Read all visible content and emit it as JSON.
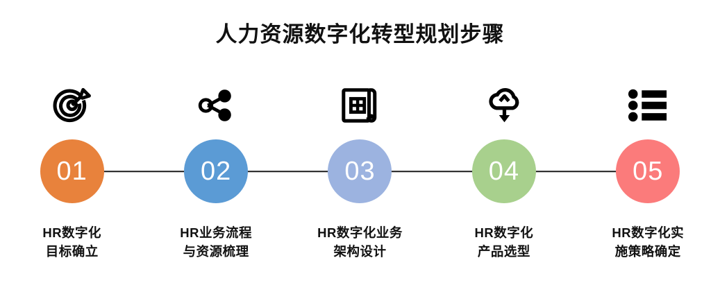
{
  "header": {
    "title": "人力资源数字化转型规划步骤"
  },
  "theme": {
    "background": "#FFFFFF",
    "title_color": "#111111",
    "caption_color": "#111111",
    "connector_color": "#1A1A1A",
    "number_color": "#FFFFFF",
    "icon_color": "#000000"
  },
  "steps": [
    {
      "number": "01",
      "color": "#E8823C",
      "icon": "target-arrow-icon",
      "label_line1": "HR数字化",
      "label_line2": "目标确立",
      "label": "HR数字化\n目标确立"
    },
    {
      "number": "02",
      "color": "#5B9BD5",
      "icon": "share-network-icon",
      "label_line1": "HR业务流程",
      "label_line2": "与资源梳理",
      "label": "HR业务流程\n与资源梳理"
    },
    {
      "number": "03",
      "color": "#9CB3E0",
      "icon": "blueprint-icon",
      "label_line1": "HR数字化业务",
      "label_line2": "架构设计",
      "label": "HR数字化业务\n架构设计"
    },
    {
      "number": "04",
      "color": "#A8D08D",
      "icon": "cloud-download-icon",
      "label_line1": "HR数字化",
      "label_line2": "产品选型",
      "label": "HR数字化\n产品选型"
    },
    {
      "number": "05",
      "color": "#FB7B7B",
      "icon": "bullet-list-icon",
      "label_line1": "HR数字化实",
      "label_line2": "施策略确定",
      "label": "HR数字化实\n施策略确定"
    }
  ]
}
